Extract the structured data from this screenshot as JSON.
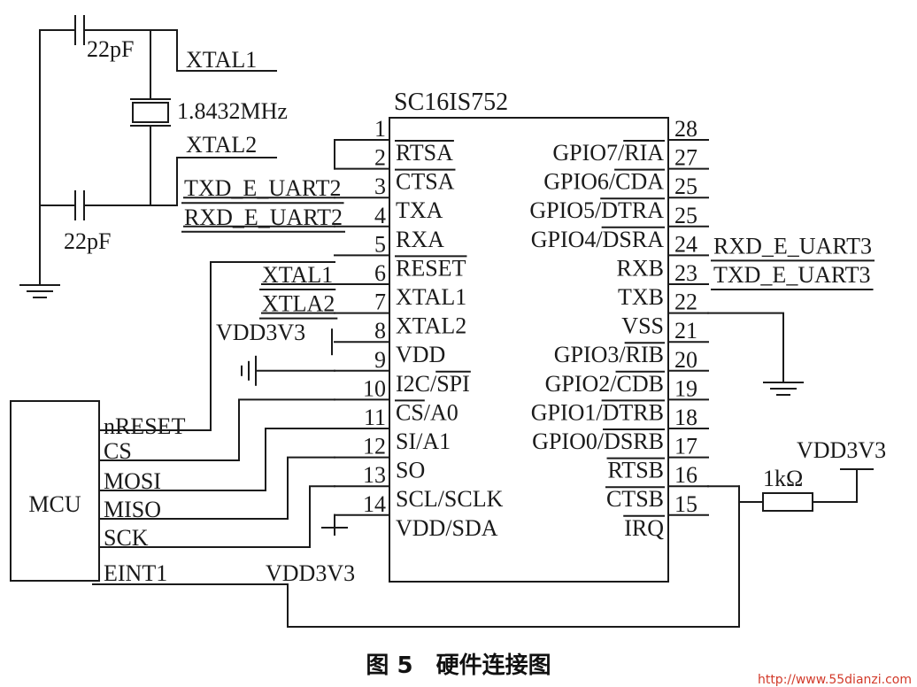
{
  "chip": {
    "name": "SC16IS752",
    "left_pins": [
      {
        "num": "1",
        "label": "RTSA",
        "overbar": true,
        "ext": ""
      },
      {
        "num": "2",
        "label": "CTSA",
        "overbar": true,
        "ext": ""
      },
      {
        "num": "3",
        "label": "TXA",
        "overbar": false,
        "ext": "TXD_E_UART2"
      },
      {
        "num": "4",
        "label": "RXA",
        "overbar": false,
        "ext": "RXD_E_UART2"
      },
      {
        "num": "5",
        "label": "RESET",
        "overbar": true,
        "ext": ""
      },
      {
        "num": "6",
        "label": "XTAL1",
        "overbar": false,
        "ext": "XTAL1"
      },
      {
        "num": "7",
        "label": "XTAL2",
        "overbar": false,
        "ext": "XTLA2"
      },
      {
        "num": "8",
        "label": "VDD",
        "overbar": false,
        "ext": "VDD3V3"
      },
      {
        "num": "9",
        "label": "I2C/SPI",
        "overbar": false,
        "overbar_part": "SPI",
        "ext": ""
      },
      {
        "num": "10",
        "label": "CS/A0",
        "overbar": true,
        "overbar_part": "CS",
        "ext": ""
      },
      {
        "num": "11",
        "label": "SI/A1",
        "overbar": false,
        "ext": ""
      },
      {
        "num": "12",
        "label": "SO",
        "overbar": false,
        "ext": ""
      },
      {
        "num": "13",
        "label": "SCL/SCLK",
        "overbar": false,
        "ext": ""
      },
      {
        "num": "14",
        "label": "VDD/SDA",
        "overbar": false,
        "ext": ""
      }
    ],
    "right_pins": [
      {
        "num": "28",
        "label": "GPIO7/RIA",
        "overbar_part": "RIA",
        "ext": ""
      },
      {
        "num": "27",
        "label": "GPIO6/CDA",
        "overbar_part": "CDA",
        "ext": ""
      },
      {
        "num": "25",
        "label": "GPIO5/DTRA",
        "overbar_part": "DTRA",
        "ext": ""
      },
      {
        "num": "25",
        "label": "GPIO4/DSRA",
        "overbar_part": "DSRA",
        "ext": ""
      },
      {
        "num": "24",
        "label": "RXB",
        "overbar_part": "",
        "ext": "RXD_E_UART3"
      },
      {
        "num": "23",
        "label": "TXB",
        "overbar_part": "",
        "ext": "TXD_E_UART3"
      },
      {
        "num": "22",
        "label": "VSS",
        "overbar_part": "",
        "ext": ""
      },
      {
        "num": "21",
        "label": "GPIO3/RIB",
        "overbar_part": "RIB",
        "ext": ""
      },
      {
        "num": "20",
        "label": "GPIO2/CDB",
        "overbar_part": "CDB",
        "ext": ""
      },
      {
        "num": "19",
        "label": "GPIO1/DTRB",
        "overbar_part": "DTRB",
        "ext": ""
      },
      {
        "num": "18",
        "label": "GPIO0/DSRB",
        "overbar_part": "DSRB",
        "ext": ""
      },
      {
        "num": "17",
        "label": "RTSB",
        "overbar_part": "RTSB",
        "ext": ""
      },
      {
        "num": "16",
        "label": "CTSB",
        "overbar_part": "CTSB",
        "ext": ""
      },
      {
        "num": "15",
        "label": "IRQ",
        "overbar_part": "IRQ",
        "ext": ""
      }
    ]
  },
  "crystal": {
    "cap_top": "22pF",
    "cap_bottom": "22pF",
    "freq": "1.8432MHz",
    "net1": "XTAL1",
    "net2": "XTAL2"
  },
  "mcu": {
    "name": "MCU",
    "pins": [
      "nRESET",
      "CS",
      "MOSI",
      "MISO",
      "SCK",
      "EINT1"
    ]
  },
  "power": {
    "vdd_label_1": "VDD3V3",
    "vdd_label_2": "VDD3V3",
    "vdd_label_3": "VDD3V3",
    "resistor": "1kΩ"
  },
  "caption": "图 5　硬件连接图",
  "watermark": "http://www.55dianzi.com",
  "colors": {
    "ink": "#1a1a1a",
    "watermark": "#d23a2a"
  }
}
